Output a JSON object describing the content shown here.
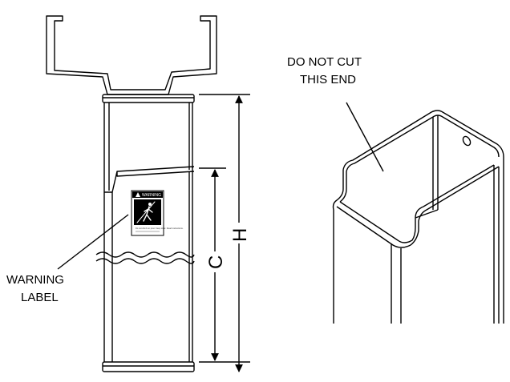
{
  "labels": {
    "warning_line1": "WARNING",
    "warning_line2": "LABEL",
    "do_not_cut_line1": "DO NOT CUT",
    "do_not_cut_line2": "THIS END",
    "dim_c": "C",
    "dim_h": "H"
  },
  "sticker": {
    "header": "WARNING",
    "fine_print": "Do not climb on post. Keep clear. Read instructions.",
    "header_color": "#000000",
    "body_color": "#ffffff"
  }
}
